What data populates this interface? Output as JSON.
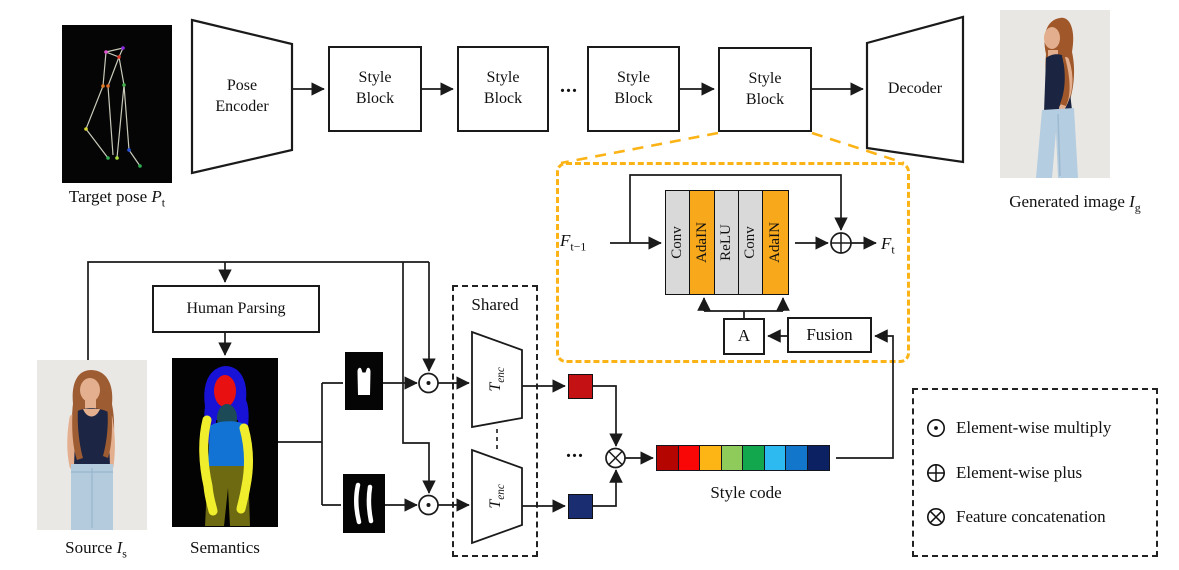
{
  "top_pipeline": {
    "target_pose": {
      "text": "Target pose ",
      "var": "P",
      "sub": "t"
    },
    "pose_encoder_label": "Pose Encoder",
    "style_blocks": [
      "Style Block",
      "Style Block",
      "Style Block",
      "Style Block"
    ],
    "ellipsis": "...",
    "decoder_label": "Decoder",
    "generated_image": {
      "text": "Generated image ",
      "var": "I",
      "sub": "g"
    }
  },
  "style_block_detail": {
    "input": {
      "var": "F",
      "sub": "t−1"
    },
    "output": {
      "var": "F",
      "sub": "t"
    },
    "layers": [
      {
        "label": "Conv",
        "color": "#d9d9d9"
      },
      {
        "label": "AdaIN",
        "color": "#f8a place"
      },
      {
        "label": "ReLU",
        "color": "#d9d9d9"
      },
      {
        "label": "Conv",
        "color": "#d9d9d9"
      },
      {
        "label": "AdaIN",
        "color": "#f8a81b"
      }
    ],
    "a_box_label": "A",
    "fusion_label": "Fusion"
  },
  "bottom_branch": {
    "human_parsing_label": "Human Parsing",
    "source": {
      "text": "Source ",
      "var": "I",
      "sub": "s"
    },
    "semantics_label": "Semantics",
    "shared_label": "Shared",
    "encoder_top": {
      "var": "T",
      "sub": "enc"
    },
    "encoder_bottom": {
      "var": "T",
      "sub": "enc"
    },
    "ellipsis": "...",
    "style_code_label": "Style code"
  },
  "style_code": {
    "colors": [
      "#b50500",
      "#f90606",
      "#fcb515",
      "#8ecb5b",
      "#12a74c",
      "#2cbaf0",
      "#1277cb",
      "#0b2162"
    ]
  },
  "feature_squares": {
    "top_color": "#c31114",
    "bottom_color": "#1b2d71"
  },
  "legend": {
    "items": [
      {
        "symbol": "element-wise-multiply",
        "label": "Element-wise multiply"
      },
      {
        "symbol": "element-wise-plus",
        "label": "Element-wise plus"
      },
      {
        "symbol": "feature-concatenation",
        "label": "Feature concatenation"
      }
    ]
  },
  "accents": {
    "callout": "#fcb316",
    "line": "#1a1a1a",
    "layer_orange": "#f8a81b",
    "layer_gray": "#d9d9d9"
  }
}
